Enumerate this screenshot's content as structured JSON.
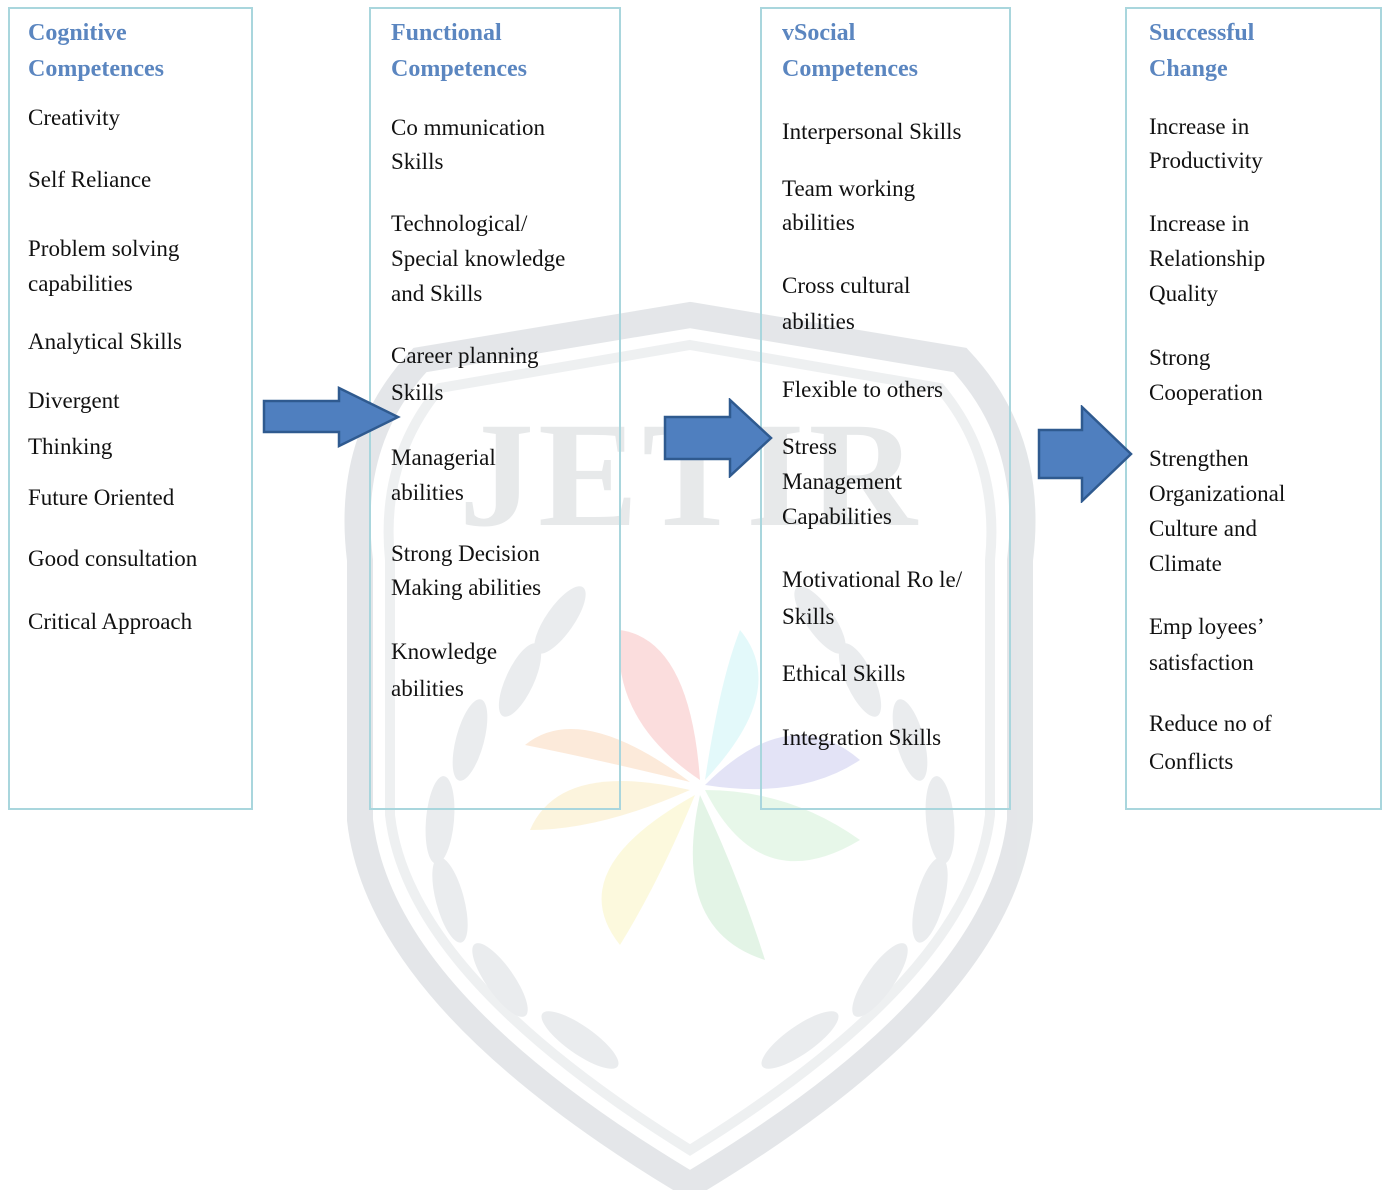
{
  "columns": [
    {
      "title": [
        "Cognitive",
        "Competences"
      ],
      "items": [
        [
          "Creativity"
        ],
        [
          "Self Reliance"
        ],
        [
          "Problem solving",
          "capabilities"
        ],
        [
          "Analytical Skills"
        ],
        [
          "Divergent"
        ],
        [
          "Thinking"
        ],
        [
          "Future Oriented"
        ],
        [
          "Good consultation"
        ],
        [
          "Critical Approach"
        ]
      ]
    },
    {
      "title": [
        "Functional",
        "Competences"
      ],
      "items": [
        [
          "Co mmunication",
          "Skills"
        ],
        [
          "Technological/",
          "Special knowledge",
          "and Skills"
        ],
        [
          "Career  planning",
          "Skills"
        ],
        [
          "Managerial",
          "abilities"
        ],
        [
          "Strong Decision",
          "Making abilities"
        ],
        [
          "Knowledge",
          "abilities"
        ]
      ]
    },
    {
      "title": [
        "vSocial",
        "Competences"
      ],
      "items": [
        [
          "Interpersonal Skills"
        ],
        [
          "Team working",
          "abilities"
        ],
        [
          "Cross cultural",
          "abilities"
        ],
        [
          "Flexible to others"
        ],
        [
          "Stress",
          "Management",
          "Capabilities"
        ],
        [
          "Motivational Ro le/",
          "Skills"
        ],
        [
          "Ethical Skills"
        ],
        [
          "Integration Skills"
        ]
      ]
    },
    {
      "title": [
        "Successful",
        "Change"
      ],
      "items": [
        [
          "Increase in",
          "Productivity"
        ],
        [
          "Increase in",
          "Relationship",
          "Quality"
        ],
        [
          "Strong",
          "Cooperation"
        ],
        [
          "Strengthen",
          "Organizational",
          "Culture and",
          "Climate"
        ],
        [
          "Emp loyees’",
          "satisfaction"
        ],
        [
          "Reduce no of",
          "Conflicts"
        ]
      ]
    }
  ],
  "watermark_text": "JETIR",
  "colors": {
    "heading": "#5b86c0",
    "box_border": "#a9d6dd",
    "arrow_fill": "#4f7fbf",
    "arrow_stroke": "#2f5a8f"
  }
}
